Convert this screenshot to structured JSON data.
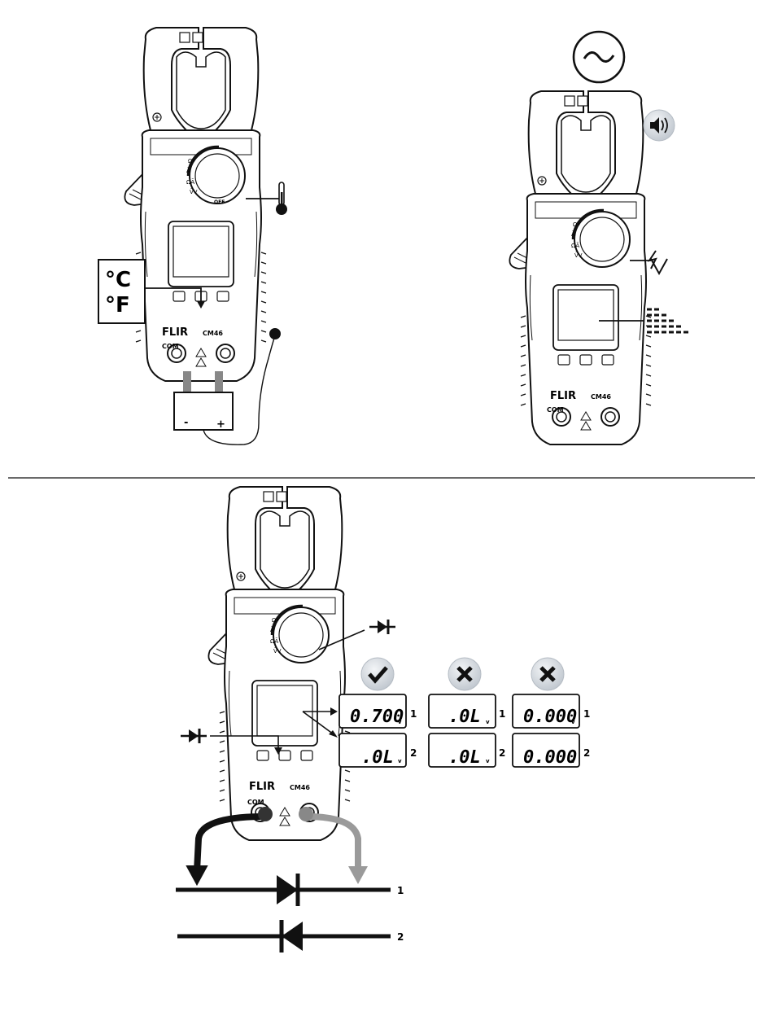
{
  "meter_labels": {
    "brand": "FLIR",
    "model": "CM46",
    "com": "COM",
    "off": "OFF"
  },
  "temperature_panel": {
    "celsius": "°C",
    "fahrenheit": "°F",
    "probe_minus": "-",
    "probe_plus": "+"
  },
  "diode_test": {
    "status_icons": [
      "check-icon",
      "cross-icon",
      "cross-icon"
    ],
    "readings": [
      {
        "r1": "0.700",
        "r2": ".0L"
      },
      {
        "r1": ".0L",
        "r2": ".0L"
      },
      {
        "r1": "0.000",
        "r2": "0.000"
      }
    ],
    "unit": "v",
    "row_labels": [
      "1",
      "2"
    ],
    "circuit_labels": [
      "1",
      "2"
    ]
  },
  "colors": {
    "line": "#111111",
    "lead_gray": "#9a9a9a",
    "bubble": "#d9dde2"
  }
}
